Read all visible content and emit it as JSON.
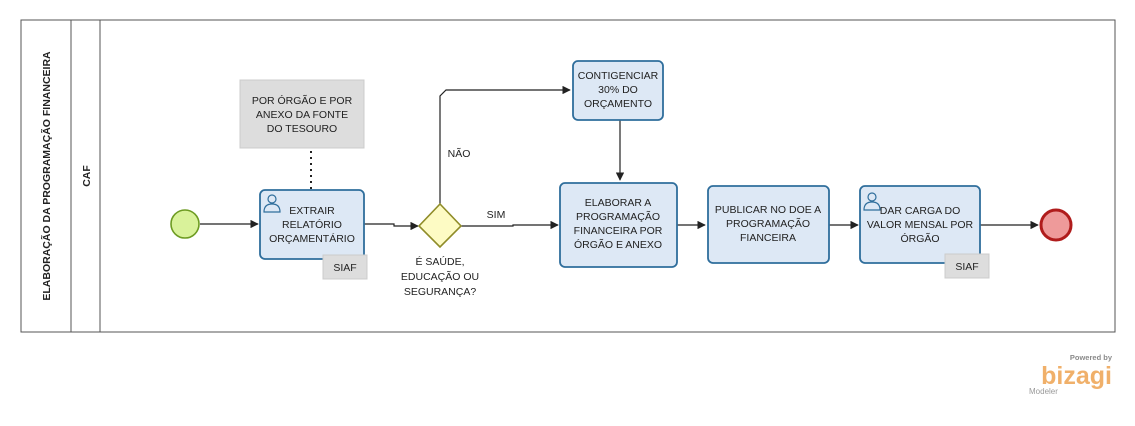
{
  "pool": {
    "title": "ELABORAÇÃO DA PROGRAMAÇÃO FINANCEIRA",
    "lane": "CAF"
  },
  "annotation": [
    "POR ÓRGÃO E POR",
    "ANEXO DA  FONTE",
    "DO TESOURO"
  ],
  "tasks": {
    "extrair": {
      "lines": [
        "EXTRAIR",
        "RELATÓRIO",
        "ORÇAMENTÁRIO"
      ],
      "tag": "SIAF"
    },
    "contingenciar": {
      "lines": [
        "CONTIGENCIAR",
        "30% DO",
        "ORÇAMENTO"
      ]
    },
    "elaborar": {
      "lines": [
        "ELABORAR A",
        "PROGRAMAÇÃO",
        "FINANCEIRA POR",
        "ÓRGÃO E ANEXO"
      ]
    },
    "publicar": {
      "lines": [
        "PUBLICAR NO DOE A",
        "PROGRAMAÇÃO",
        "FIANCEIRA"
      ]
    },
    "carga": {
      "lines": [
        "DAR CARGA DO",
        "VALOR MENSAL POR",
        "ÓRGÃO"
      ],
      "tag": "SIAF"
    }
  },
  "gateway": {
    "question": [
      "É SAÚDE,",
      "EDUCAÇÃO OU",
      "SEGURANÇA?"
    ],
    "yes": "SIM",
    "no": "NÃO"
  },
  "branding": {
    "powered": "Powered by",
    "name": "bizagi",
    "product": "Modeler"
  },
  "colors": {
    "task_fill": "#dde8f5",
    "task_stroke": "#2f6e9c",
    "start_fill": "#d9f29a",
    "start_stroke": "#6d9b22",
    "end_fill": "#ee9a9a",
    "end_stroke": "#b01c1c",
    "gateway_fill": "#fdfbc4",
    "gateway_stroke": "#8f8c28",
    "annotation_fill": "#dddddd",
    "brand": "#f0b06a"
  }
}
